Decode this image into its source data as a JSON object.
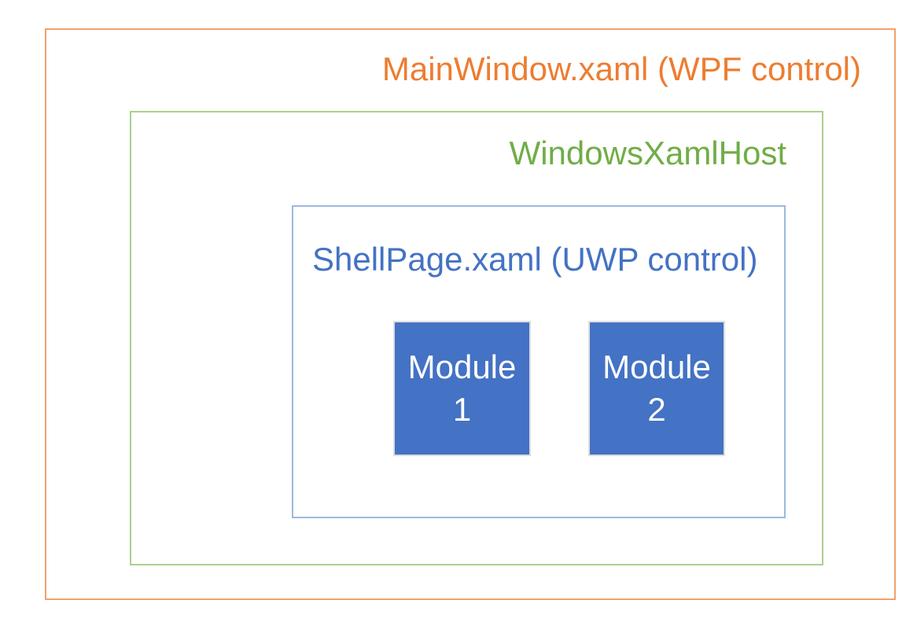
{
  "diagram": {
    "mainwindow": {
      "label": "MainWindow.xaml (WPF control)",
      "text_color": "#ED7D31",
      "border_color": "#F2A16C"
    },
    "windowsxamlhost": {
      "label": "WindowsXamlHost",
      "text_color": "#70AD47",
      "border_color": "#A9D18E"
    },
    "shellpage": {
      "label": "ShellPage.xaml (UWP control)",
      "text_color": "#4472C4",
      "border_color": "#9DB8E0"
    },
    "modules": [
      {
        "name": "Module",
        "number": "1",
        "fill_color": "#4472C4",
        "border_color": "#DDDDDD",
        "text_color": "#FFFFFF"
      },
      {
        "name": "Module",
        "number": "2",
        "fill_color": "#4472C4",
        "border_color": "#DDDDDD",
        "text_color": "#FFFFFF"
      }
    ],
    "background_color": "#FFFFFF"
  }
}
